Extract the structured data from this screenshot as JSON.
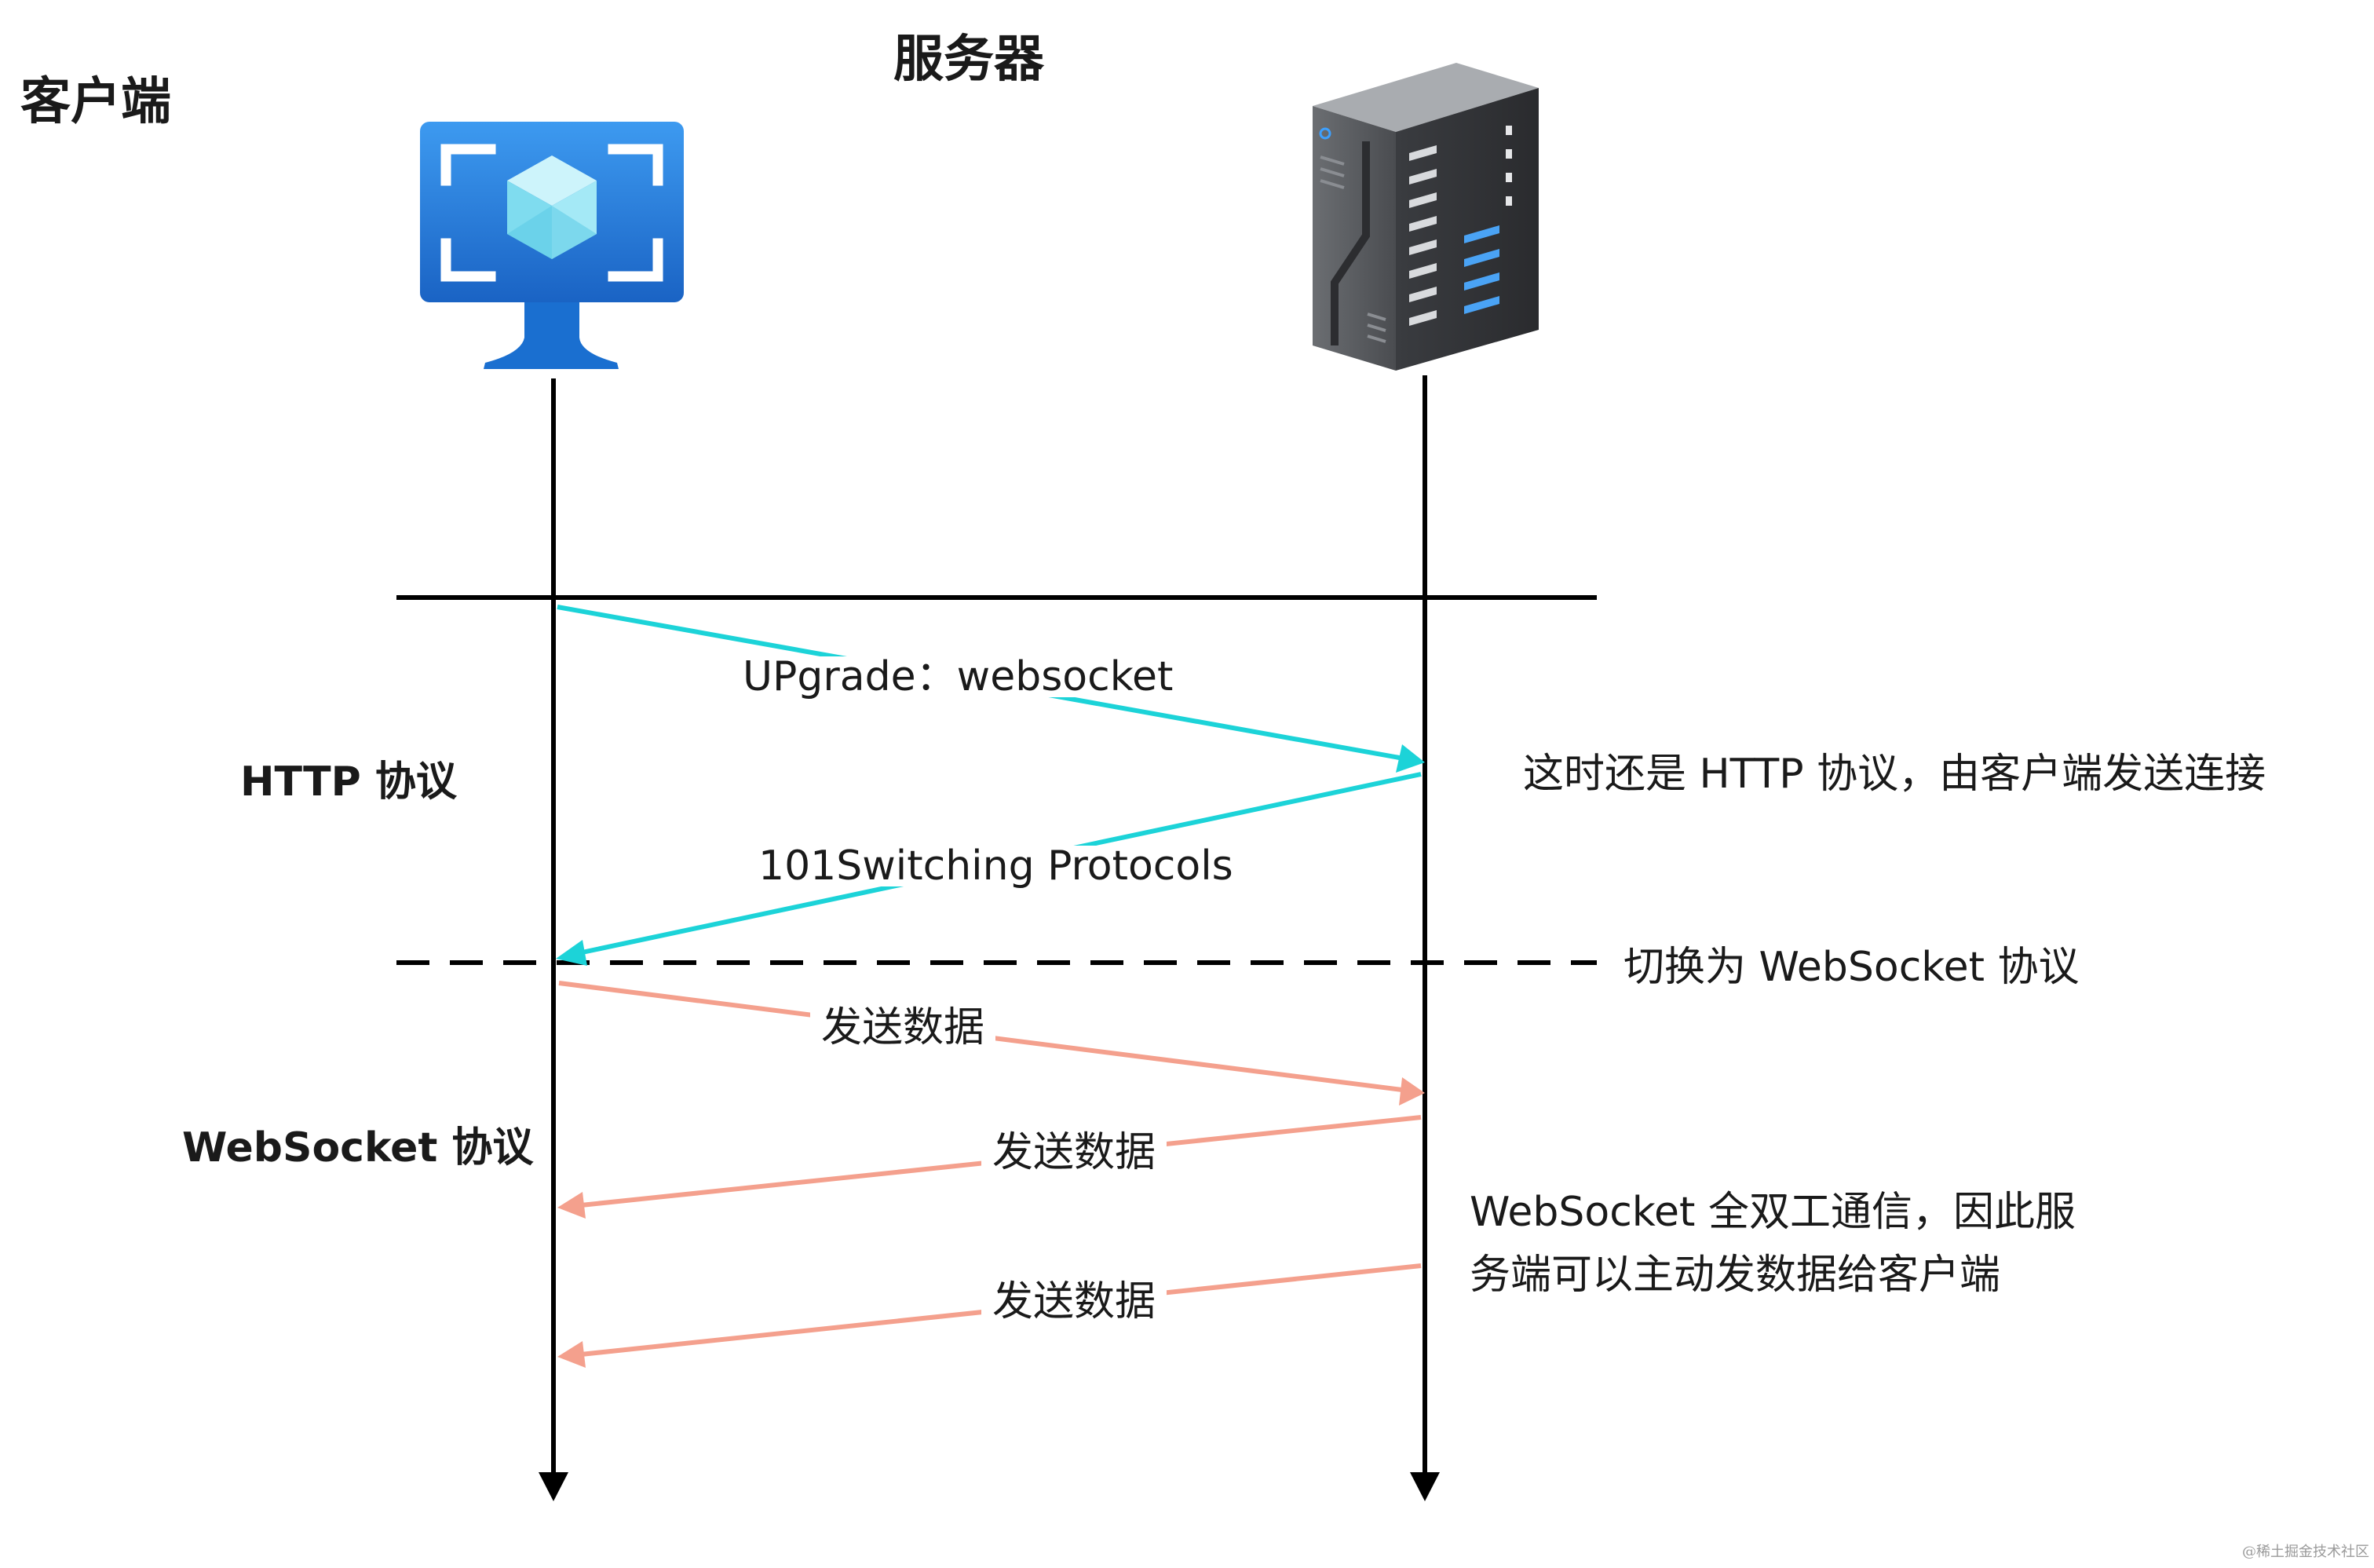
{
  "participants": {
    "client": "客户端",
    "server": "服务器"
  },
  "phases": {
    "http": "HTTP 协议",
    "websocket": "WebSocket 协议"
  },
  "messages": {
    "upgrade": "UPgrade：websocket",
    "switching": "101Switching Protocols",
    "send1": "发送数据",
    "send2": "发送数据",
    "send3": "发送数据"
  },
  "notes": {
    "http_note": "这时还是 HTTP 协议，由客户端发送连接",
    "switch_note": "切换为 WebSocket 协议",
    "ws_note_line1": "WebSocket 全双工通信，因此服",
    "ws_note_line2": "务端可以主动发数据给客户端"
  },
  "watermark": "@稀土掘金技术社区",
  "colors": {
    "http_arrow": "#1cd3d8",
    "ws_arrow": "#f4a08d",
    "lifeline": "#000000"
  },
  "icons": {
    "client": "monitor-with-cube-icon",
    "server": "server-tower-icon"
  }
}
